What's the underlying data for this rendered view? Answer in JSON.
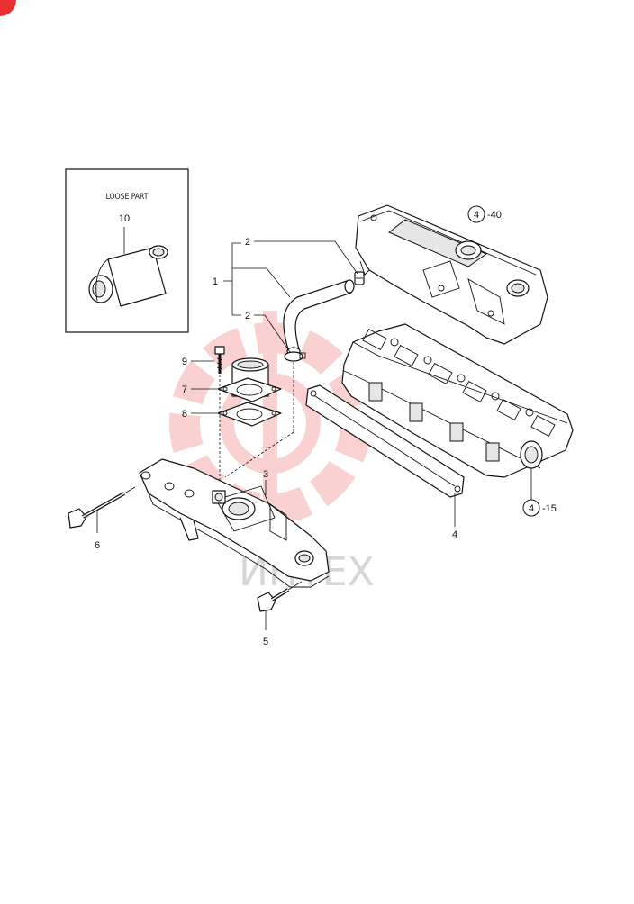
{
  "loose_part_box": {
    "title": "LOOSE PART",
    "part_number": "10"
  },
  "callouts": {
    "hose_assembly": "1",
    "clamp_upper": "2",
    "clamp_lower": "2",
    "manifold": "3",
    "gasket": "4",
    "bolt_short": "5",
    "bolt_long": "6",
    "gasket_upper": "7",
    "gasket_lower": "8",
    "bolt_small": "9"
  },
  "references": {
    "head_cover": {
      "group": "4",
      "suffix": "-40"
    },
    "cylinder_head": {
      "group": "4",
      "suffix": "-15"
    }
  },
  "watermark": {
    "text": "ИНТЕХ",
    "color": "#e8312f"
  }
}
